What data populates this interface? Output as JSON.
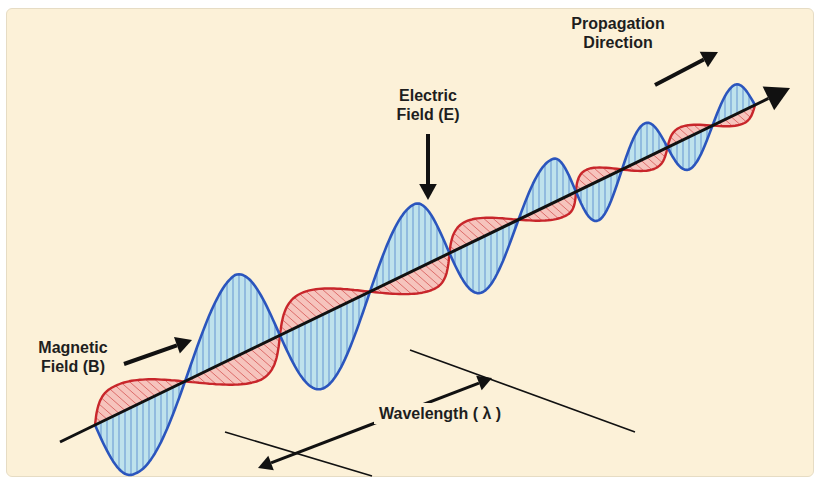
{
  "diagram": {
    "labels": [
      "Propagation Direction",
      "Electric Field (E)",
      "Magnetic Field (B)",
      "Wavelength ( λ )"
    ]
  }
}
